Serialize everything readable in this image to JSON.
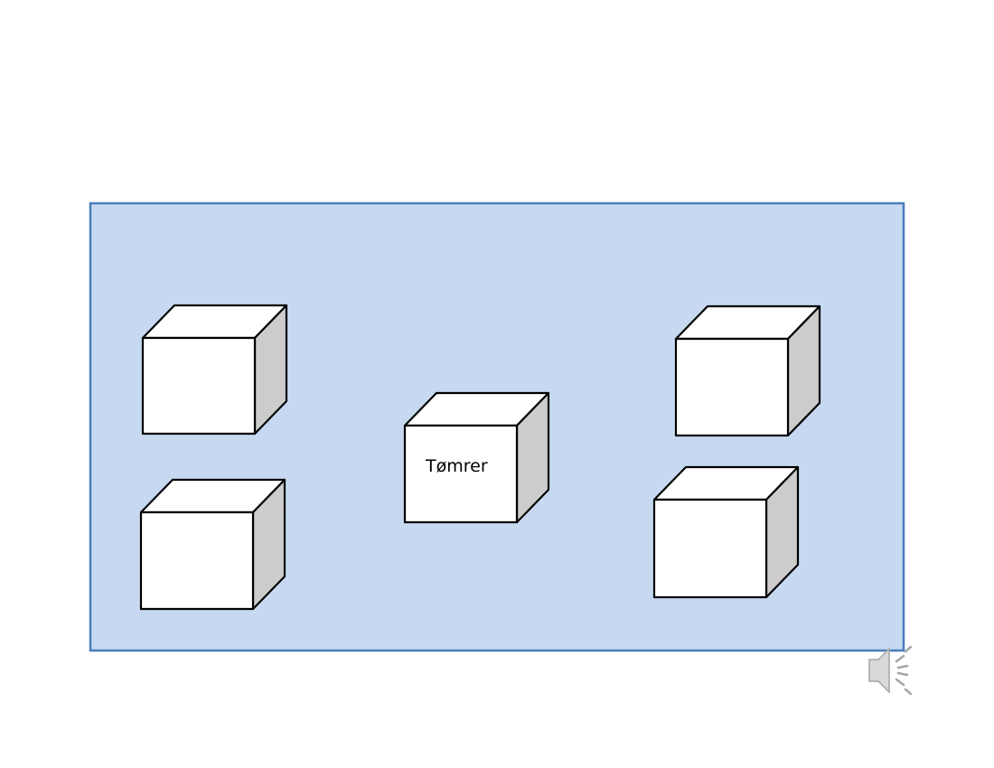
{
  "diagram": {
    "background_color": "#c6d9f1",
    "border_color": "#4a7ebb",
    "cube_front_color": "#ffffff",
    "cube_side_color": "#cccccc",
    "cube_stroke_color": "#000000",
    "cubes": [
      {
        "id": "top-left",
        "label": ""
      },
      {
        "id": "bottom-left",
        "label": ""
      },
      {
        "id": "center",
        "label": "Tømrer"
      },
      {
        "id": "top-right",
        "label": ""
      },
      {
        "id": "bottom-right",
        "label": ""
      }
    ]
  },
  "audio": {
    "icon": "speaker-icon",
    "color": "#a6a6a6"
  }
}
